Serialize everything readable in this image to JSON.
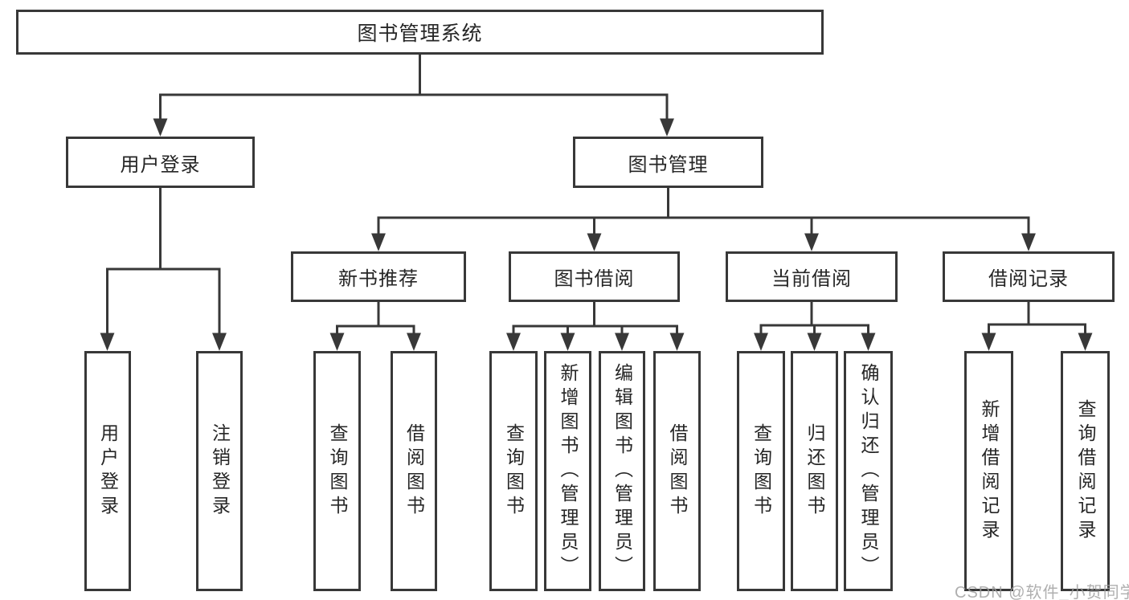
{
  "tree": {
    "label": "图书管理系统",
    "children": [
      {
        "label": "用户登录",
        "children": [
          {
            "label": "用户登录"
          },
          {
            "label": "注销登录"
          }
        ]
      },
      {
        "label": "图书管理",
        "children": [
          {
            "label": "新书推荐",
            "children": [
              {
                "label": "查询图书"
              },
              {
                "label": "借阅图书"
              }
            ]
          },
          {
            "label": "图书借阅",
            "children": [
              {
                "label": "查询图书"
              },
              {
                "label": "新增图书（管理员）"
              },
              {
                "label": "编辑图书（管理员）"
              },
              {
                "label": "借阅图书"
              }
            ]
          },
          {
            "label": "当前借阅",
            "children": [
              {
                "label": "查询图书"
              },
              {
                "label": "归还图书"
              },
              {
                "label": "确认归还（管理员）"
              }
            ]
          },
          {
            "label": "借阅记录",
            "children": [
              {
                "label": "新增借阅记录"
              },
              {
                "label": "查询借阅记录"
              }
            ]
          }
        ]
      }
    ]
  },
  "watermark": {
    "text": "CSDN @软件_小贺同学"
  },
  "colors": {
    "line": "#383838",
    "box_border": "#383838",
    "text": "#262626",
    "watermark": "#9e9e9e",
    "background": "#ffffff"
  }
}
